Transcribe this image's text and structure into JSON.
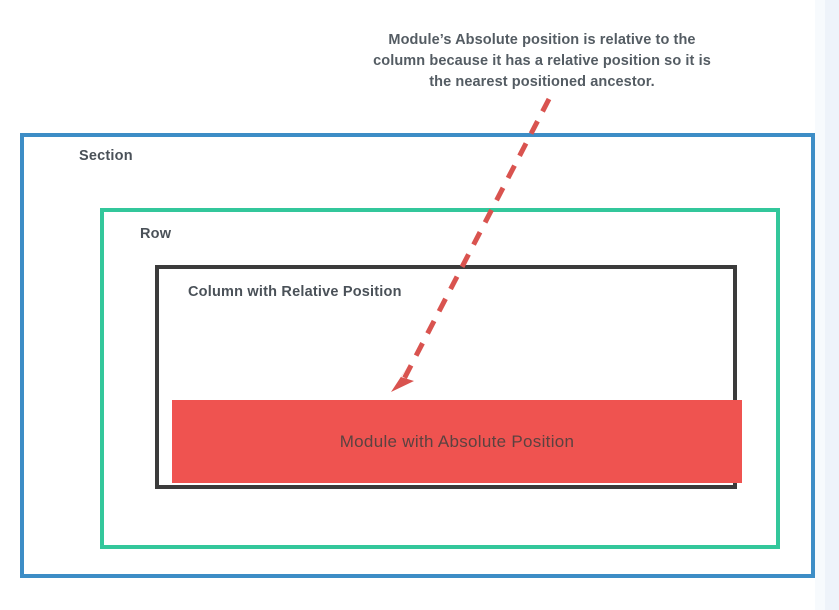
{
  "annotation": {
    "text": "Module’s Absolute position is relative to the column because it has a relative position so it is the nearest positioned ancestor."
  },
  "diagram": {
    "section": {
      "label": "Section",
      "border_color": "#3d8dc6"
    },
    "row": {
      "label": "Row",
      "border_color": "#33c79b"
    },
    "column": {
      "label": "Column with Relative Position",
      "border_color": "#3b3b3b"
    },
    "module": {
      "label": "Module with Absolute Position",
      "fill_color": "#ef5350",
      "text_color": "#5b4240"
    }
  },
  "arrow": {
    "color": "#d9534f",
    "style": "dashed",
    "direction": "down-left"
  },
  "colors": {
    "background": "#ffffff",
    "text": "#4a5158",
    "annotation_text": "#545c63",
    "right_strip": "#eef3fa"
  }
}
